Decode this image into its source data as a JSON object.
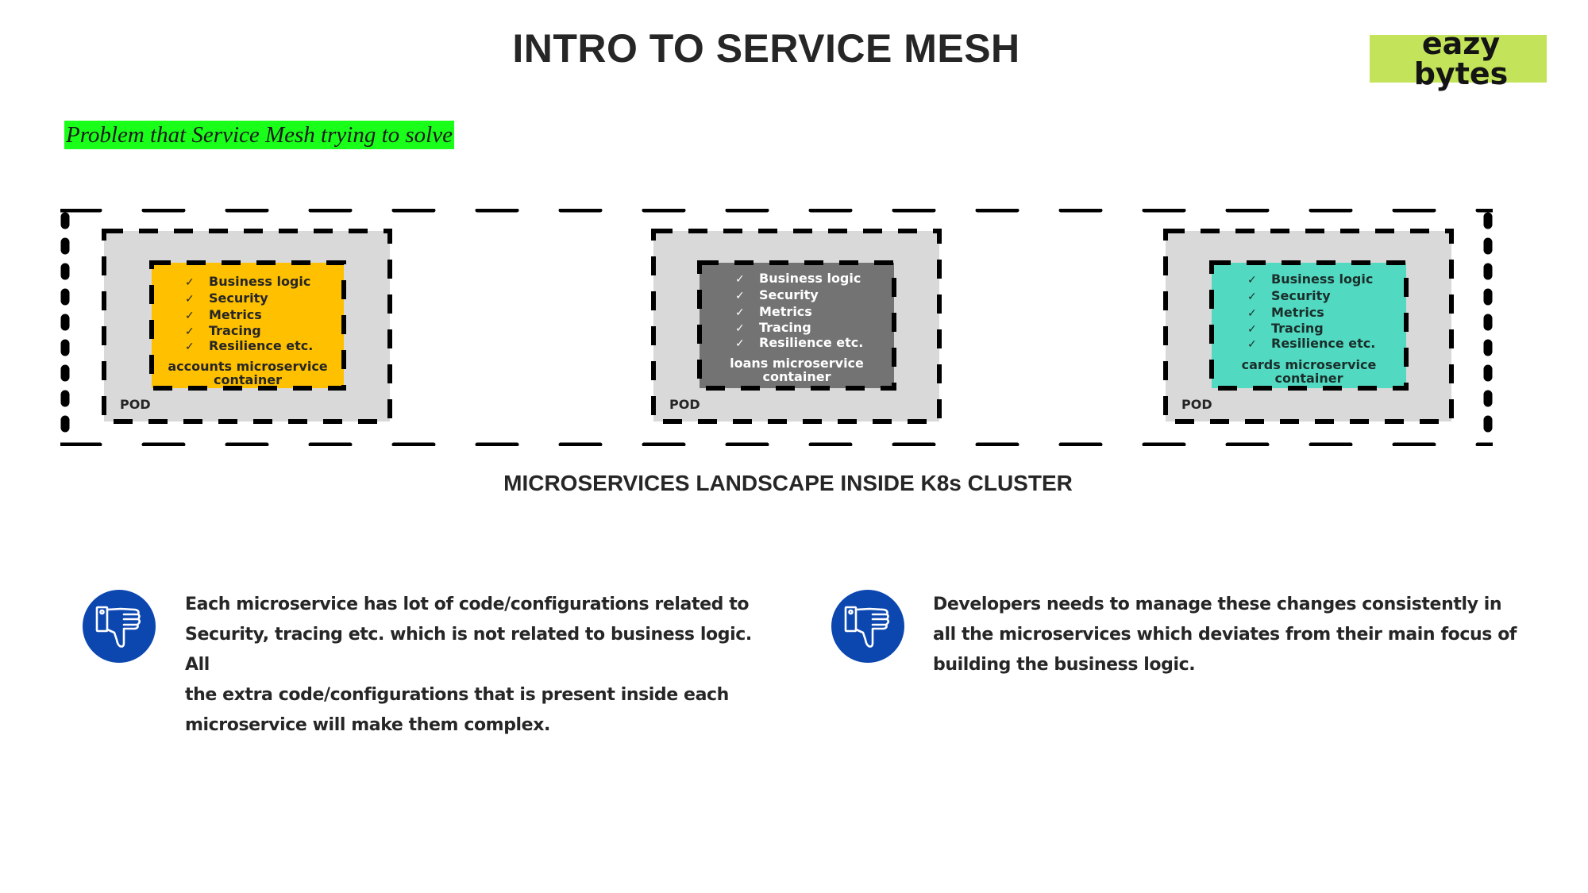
{
  "header": {
    "title": "INTRO TO SERVICE MESH",
    "logo": {
      "line1": "eazy",
      "line2": "bytes",
      "color": "#c3e35a"
    }
  },
  "problem_label": {
    "text": "Problem that Service Mesh trying to solve",
    "highlight": "#19ff19"
  },
  "cluster": {
    "caption": "MICROSERVICES LANDSCAPE INSIDE K8s CLUSTER",
    "pods": [
      {
        "label": "POD",
        "container": {
          "name_line1": "accounts microservice",
          "name_line2": "container",
          "color": "#ffc000",
          "text_color": "#262626",
          "features": [
            "Business logic",
            "Security",
            "Metrics",
            "Tracing",
            "Resilience etc."
          ]
        }
      },
      {
        "label": "POD",
        "container": {
          "name_line1": "loans microservice",
          "name_line2": "container",
          "color": "#737373",
          "text_color": "#ffffff",
          "features": [
            "Business logic",
            "Security",
            "Metrics",
            "Tracing",
            "Resilience etc."
          ]
        }
      },
      {
        "label": "POD",
        "container": {
          "name_line1": "cards microservice",
          "name_line2": "container",
          "color": "#52d9c1",
          "text_color": "#1a2e2a",
          "features": [
            "Business logic",
            "Security",
            "Metrics",
            "Tracing",
            "Resilience etc."
          ]
        }
      }
    ],
    "check_glyph": "✓",
    "pod_color": "#d9d9d9"
  },
  "points": [
    {
      "icon": "thumbs-down-icon",
      "lines": [
        "Each microservice has lot of code/configurations related to",
        "Security, tracing etc. which is not related to business logic. All",
        "the extra code/configurations that is present inside each",
        "microservice will make them complex."
      ]
    },
    {
      "icon": "thumbs-down-icon",
      "lines": [
        "Developers needs to manage these changes consistently in",
        "all the microservices which deviates from their main focus of",
        "building the business logic."
      ]
    }
  ],
  "icon_color": "#0c47b0"
}
